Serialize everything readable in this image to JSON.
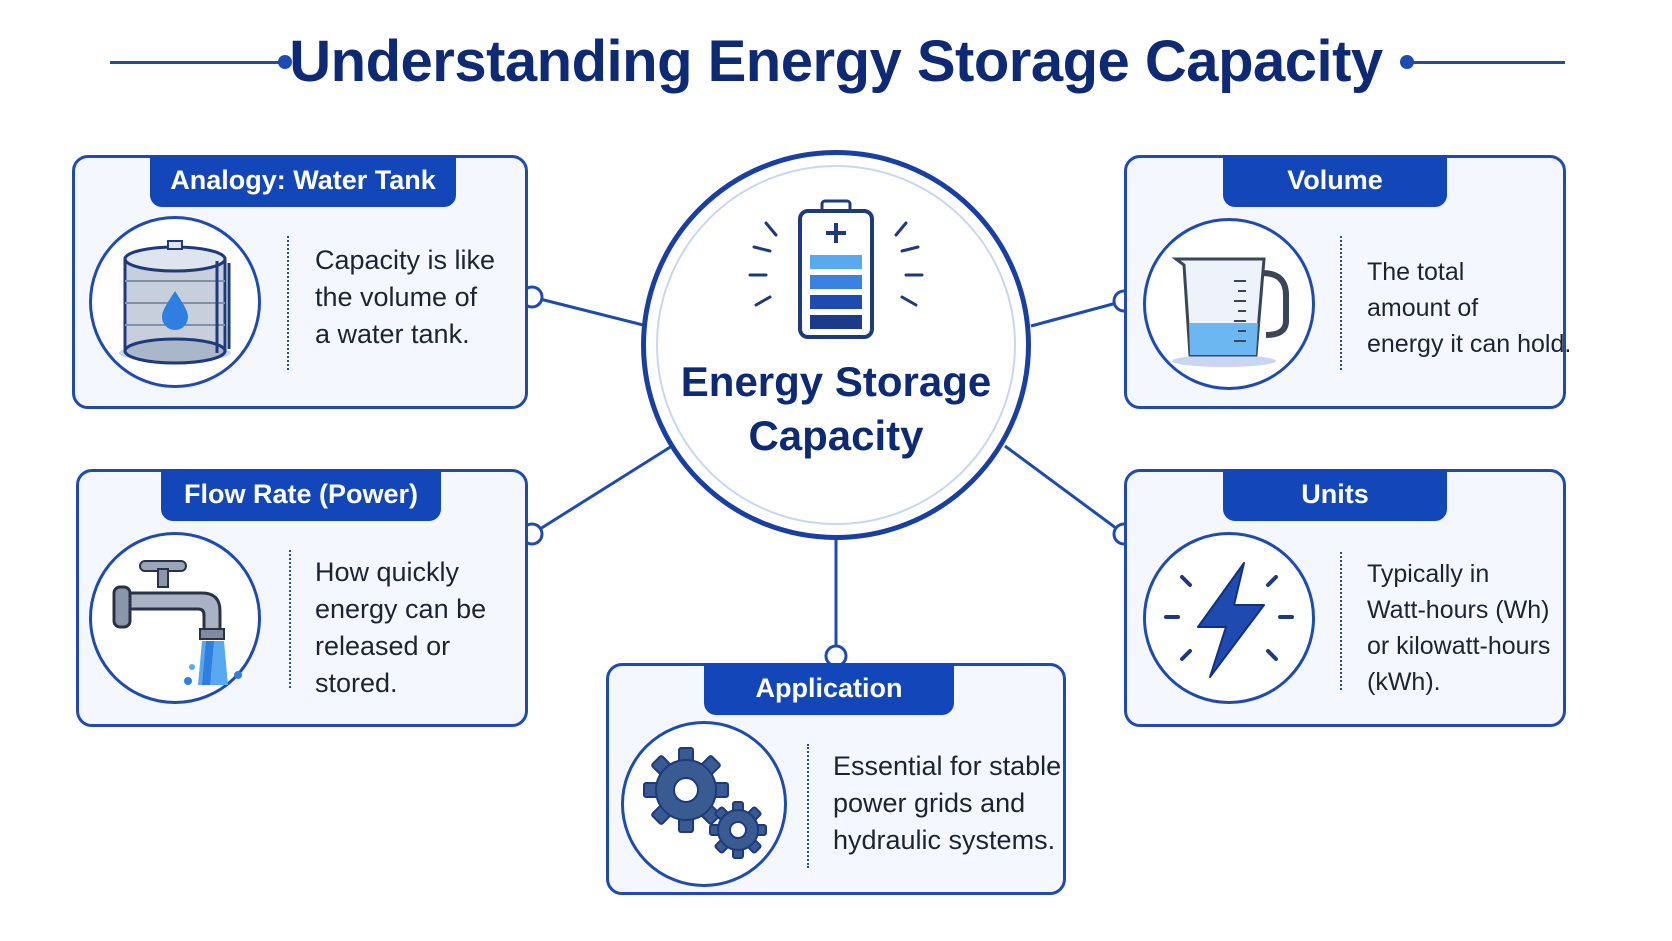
{
  "title": "Understanding Energy Storage Capacity",
  "center": {
    "line1": "Energy Storage",
    "line2": "Capacity",
    "icon": "battery-icon"
  },
  "cards": {
    "analogy": {
      "title": "Analogy: Water Tank",
      "icon": "water-tank-icon",
      "lines": [
        "Capacity is like",
        "the volume of",
        "a water tank."
      ]
    },
    "flow": {
      "title": "Flow Rate (Power)",
      "icon": "water-faucet-icon",
      "lines": [
        "How quickly",
        "energy can be",
        "released or",
        "stored."
      ]
    },
    "application": {
      "title": "Application",
      "icon": "gears-icon",
      "lines": [
        "Essential for stable",
        "power grids and",
        "hydraulic systems."
      ]
    },
    "volume": {
      "title": "Volume",
      "icon": "measuring-cup-icon",
      "lines": [
        "The total",
        "amount of",
        "energy it can hold."
      ]
    },
    "units": {
      "title": "Units",
      "icon": "lightning-bolt-icon",
      "lines": [
        "Typically in",
        "Watt-hours (Wh)",
        "or kilowatt-hours",
        "(kWh)."
      ]
    }
  },
  "colors": {
    "primary": "#1346b8",
    "dark_text": "#0f2a75",
    "card_bg": "#f4f7fd",
    "accent_water": "#5aa8ee"
  }
}
